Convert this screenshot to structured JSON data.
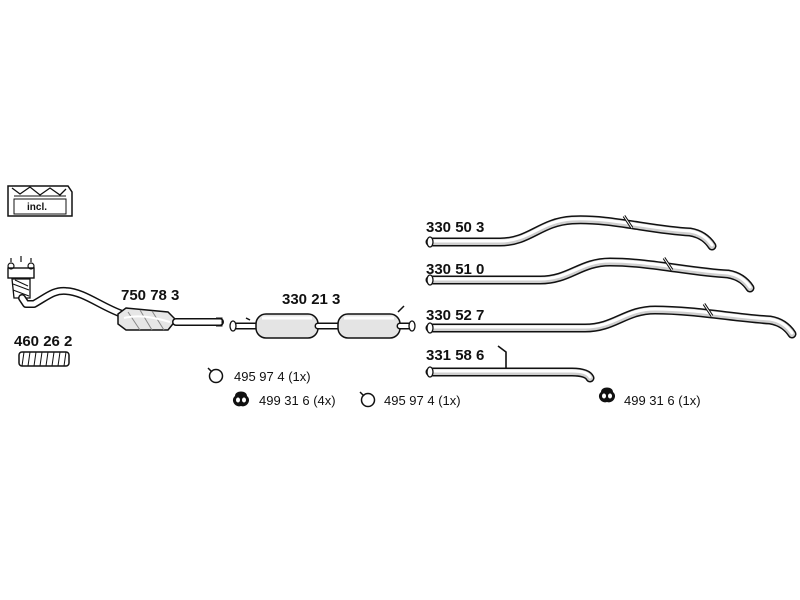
{
  "kit_box": {
    "label": "incl."
  },
  "parts": [
    {
      "id": "p-460262",
      "number": "460 26 2"
    },
    {
      "id": "p-750783",
      "number": "750 78 3"
    },
    {
      "id": "p-330213",
      "number": "330 21 3"
    },
    {
      "id": "p-330503",
      "number": "330 50 3"
    },
    {
      "id": "p-330510",
      "number": "330 51 0"
    },
    {
      "id": "p-330527",
      "number": "330 52 7"
    },
    {
      "id": "p-331586",
      "number": "331 58 6"
    }
  ],
  "accessories": [
    {
      "id": "a1",
      "icon": "clamp-ring-icon",
      "text": "495 97 4 (1x)"
    },
    {
      "id": "a2",
      "icon": "rubber-hanger-icon",
      "text": "499 31 6 (4x)"
    },
    {
      "id": "a3",
      "icon": "clamp-ring-icon",
      "text": "495 97 4 (1x)"
    },
    {
      "id": "a4",
      "icon": "rubber-hanger-icon",
      "text": "499 31 6 (1x)"
    }
  ]
}
